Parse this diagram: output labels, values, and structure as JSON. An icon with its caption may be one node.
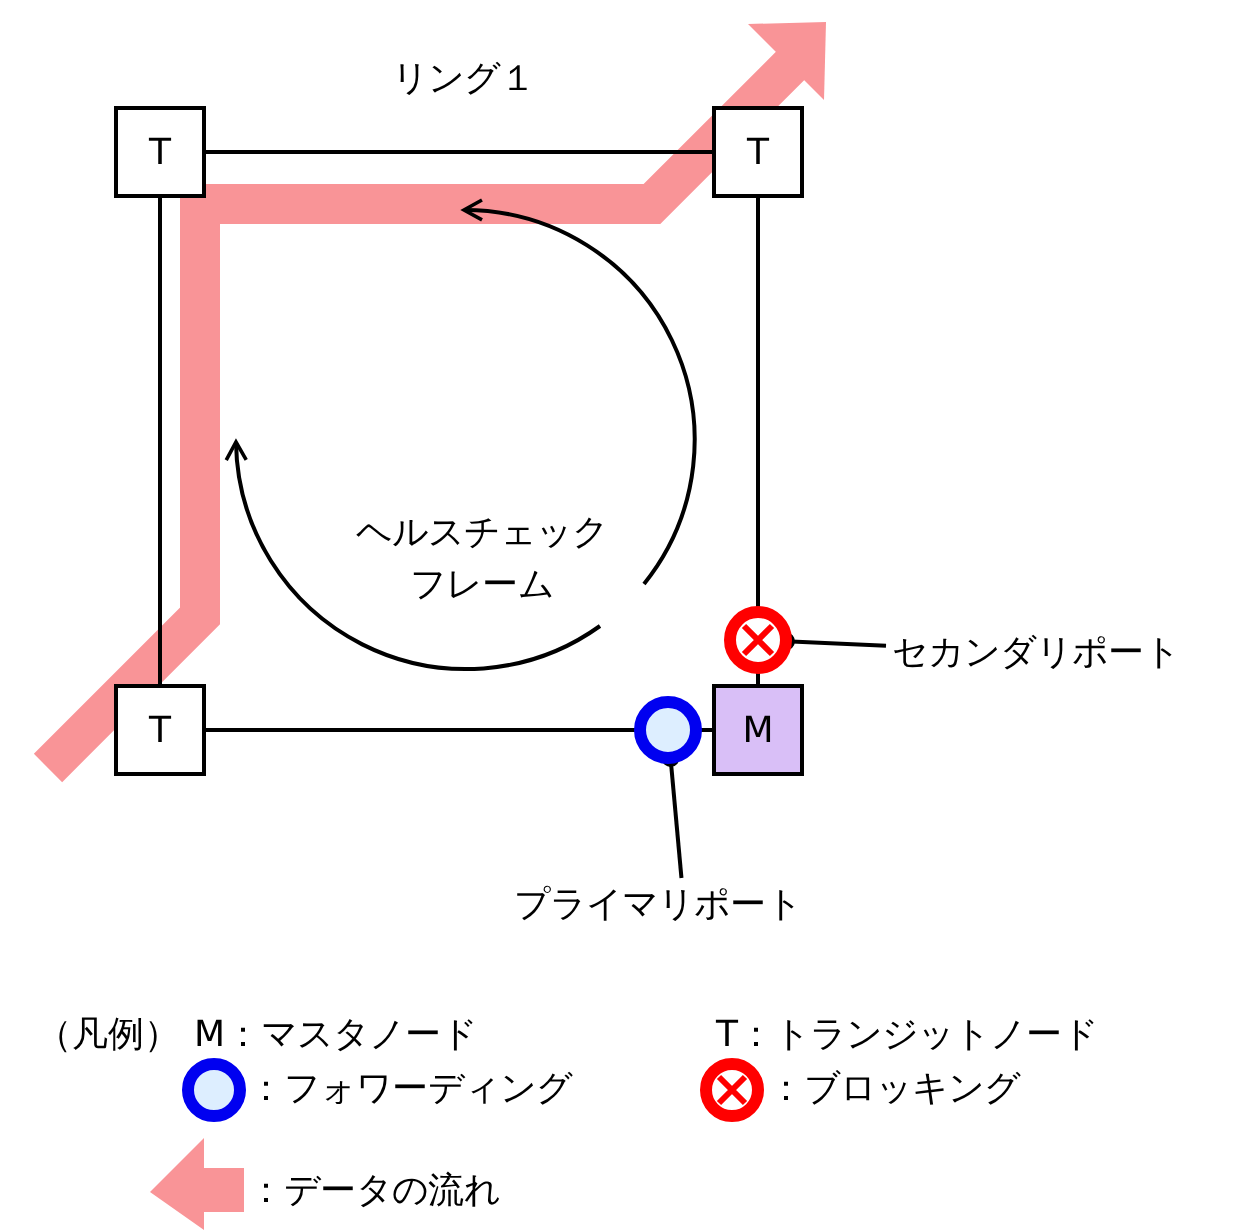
{
  "diagram": {
    "nodes": [
      {
        "text": [
          "T"
        ]
      },
      {
        "text": [
          "T"
        ]
      },
      {
        "text": [
          "T"
        ]
      },
      {
        "text": [
          "M"
        ]
      },
      {
        "text": [],
        "shape": "circle"
      },
      {
        "text": [],
        "shape": "circle"
      },
      {
        "text": [
          "セカンダリポート"
        ]
      },
      {
        "text": [
          "プライマリポート"
        ]
      }
    ],
    "edges": [
      {
        "from": 0,
        "to": 1,
        "arrow": "none"
      },
      {
        "from": 0,
        "to": 2,
        "arrow": "none"
      },
      {
        "from": 1,
        "to": 4,
        "arrow": "none"
      },
      {
        "from": 4,
        "to": 3,
        "arrow": "none"
      },
      {
        "from": 2,
        "to": 5,
        "arrow": "none"
      },
      {
        "from": 5,
        "to": 3,
        "arrow": "none"
      },
      {
        "from": 6,
        "to": 4,
        "arrow": "other"
      },
      {
        "from": 7,
        "to": 5,
        "arrow": "other"
      }
    ],
    "labels": [
      "リング１",
      "ヘルスチェックフレーム",
      "（凡例）"
    ],
    "legend": [
      {
        "text": "M：マスタノード"
      },
      {
        "text": "T：トランジットノード"
      },
      {
        "text": "：フォワーディング"
      },
      {
        "text": "：ブロッキング"
      },
      {
        "text": "：データの流れ"
      }
    ]
  }
}
